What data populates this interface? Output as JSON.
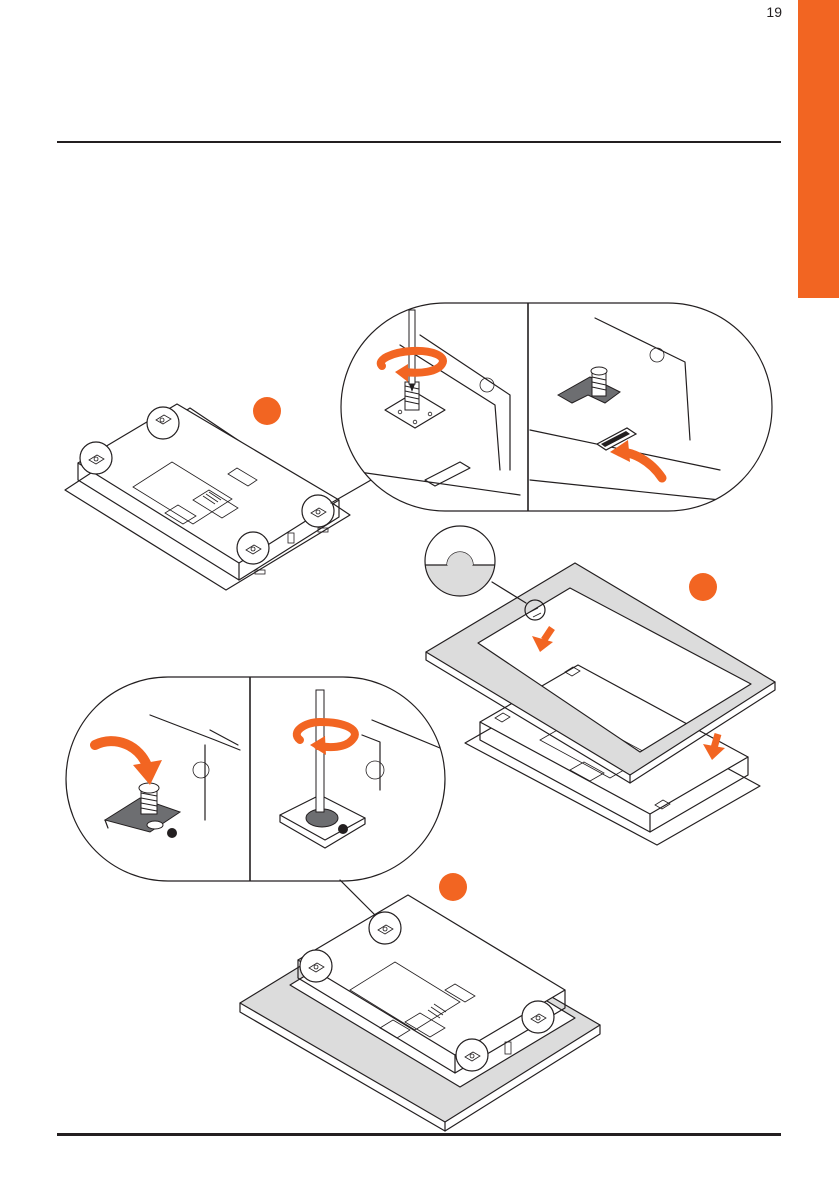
{
  "page": {
    "number": "19"
  },
  "colors": {
    "accent": "#f26522",
    "ink": "#231f20",
    "frame_gray": "#dcdcdc",
    "clip_dark": "#6d6e71"
  },
  "steps": [
    {
      "id": "step-1",
      "marker": "orange-dot"
    },
    {
      "id": "step-2",
      "marker": "orange-dot"
    },
    {
      "id": "step-3",
      "marker": "orange-dot"
    }
  ]
}
